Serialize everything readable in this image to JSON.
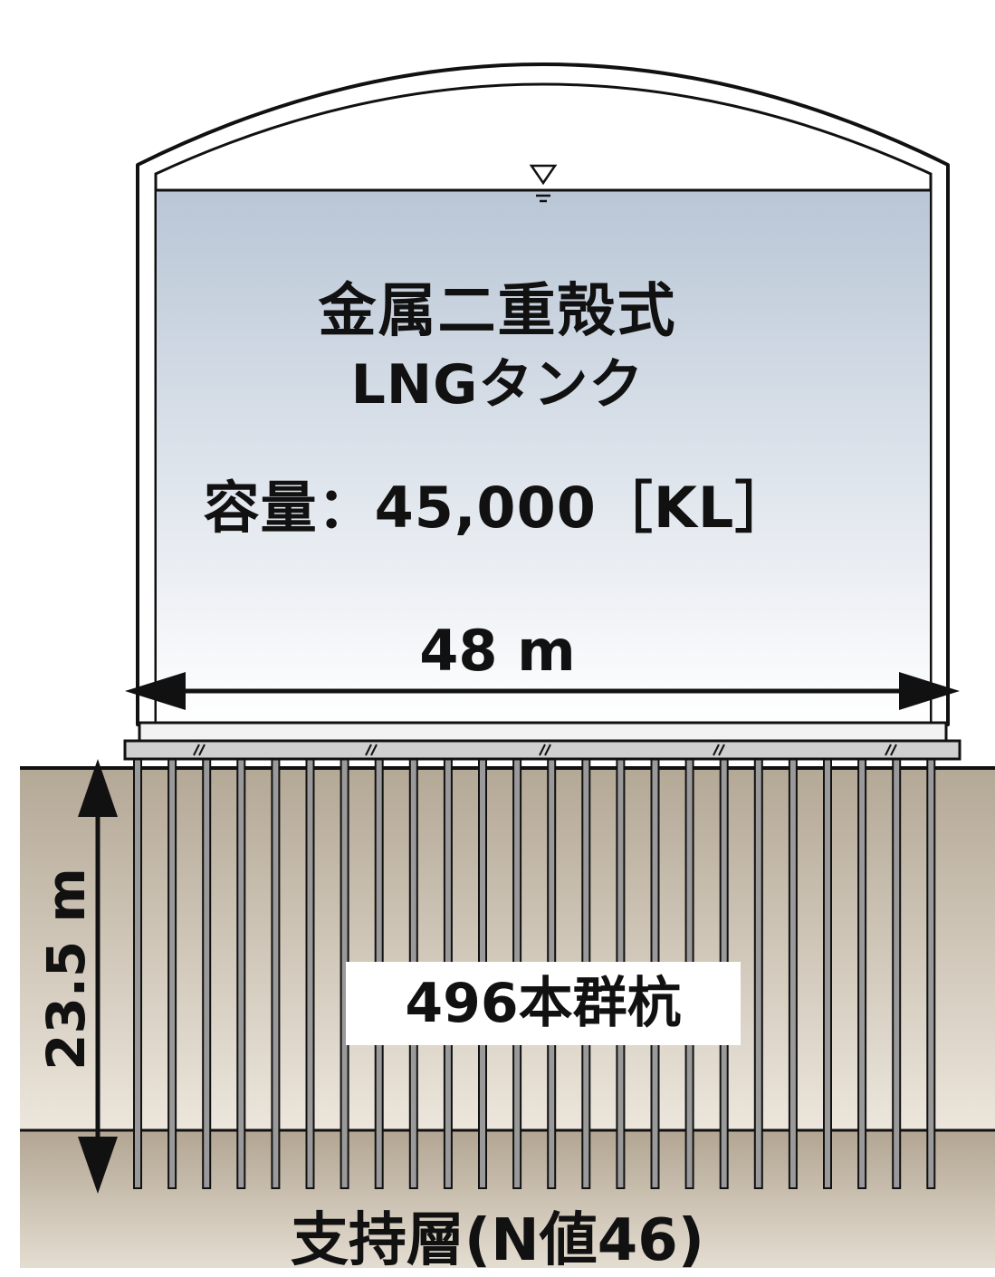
{
  "tank": {
    "title_line1": "金属二重殻式",
    "title_line2": "LNGタンク",
    "capacity": "容量：45,000［KL］"
  },
  "dimensions": {
    "width": "48 m",
    "depth": "23.5 m"
  },
  "piles": {
    "label": "496本群杭"
  },
  "ground": {
    "bearing_layer": "支持層(N値46)"
  },
  "colors": {
    "outline": "#111111",
    "liquid_top": "#b9c6d6",
    "liquid_bottom": "#ffffff",
    "soil_top": "#b4a896",
    "soil_bottom": "#e6dfd4",
    "bearing_top": "#b6aa98",
    "bearing_bottom": "#e2dbcf",
    "pile": "#9a9a9a",
    "base": "#cccccc"
  },
  "icons": [
    "water-level-icon",
    "double-arrow-horizontal",
    "double-arrow-vertical"
  ]
}
